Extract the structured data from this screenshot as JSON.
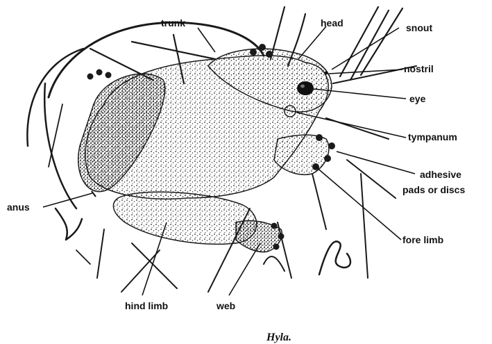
{
  "figure": {
    "caption": "Hyla.",
    "labels": {
      "trunk": "trunk",
      "head": "head",
      "snout": "snout",
      "nostril": "nostril",
      "eye": "eye",
      "tympanum": "tympanum",
      "adhesive_line1": "adhesive",
      "adhesive_line2": "pads  or  discs",
      "anus": "anus",
      "fore_limb": "fore limb",
      "hind_limb": "hind limb",
      "web": "web"
    }
  },
  "colors": {
    "ink": "#111111",
    "paper": "#ffffff",
    "stipple": "#2a2a2a"
  }
}
